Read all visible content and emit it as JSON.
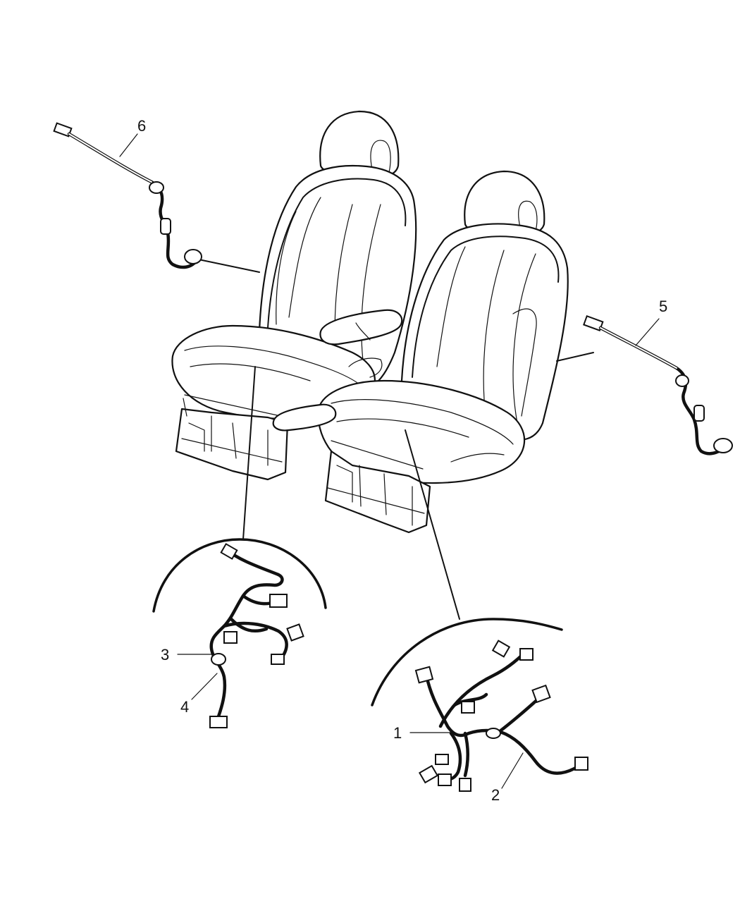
{
  "callouts": [
    {
      "id": "1",
      "label": "1"
    },
    {
      "id": "2",
      "label": "2"
    },
    {
      "id": "3",
      "label": "3"
    },
    {
      "id": "4",
      "label": "4"
    },
    {
      "id": "5",
      "label": "5"
    },
    {
      "id": "6",
      "label": "6"
    }
  ],
  "colors": {
    "line": "#111111",
    "background": "#ffffff"
  }
}
